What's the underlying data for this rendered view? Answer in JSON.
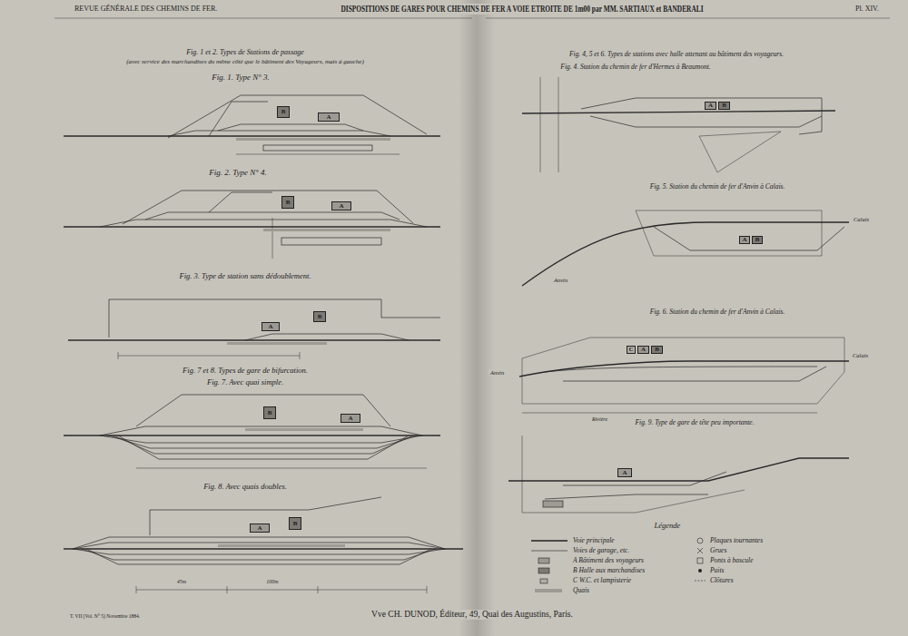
{
  "diagram": {
    "title": "DISPOSITIONS DE GARES POUR CHEMINS DE FER A VOIE ETROITE DE 1m00 par MM. SARTIAUX et BANDERALI",
    "nodes": [
      {
        "text": [
          "B"
        ]
      },
      {
        "text": [
          "A"
        ]
      },
      {
        "text": [
          "B"
        ]
      },
      {
        "text": [
          "A"
        ]
      },
      {
        "text": [
          "A"
        ]
      },
      {
        "text": [
          "B"
        ]
      },
      {
        "text": [
          "B"
        ]
      },
      {
        "text": [
          "A"
        ]
      },
      {
        "text": [
          "A"
        ]
      },
      {
        "text": [
          "B"
        ]
      },
      {
        "text": [
          "A"
        ]
      },
      {
        "text": [
          "B"
        ]
      },
      {
        "text": [
          "A"
        ]
      },
      {
        "text": [
          "B"
        ]
      },
      {
        "text": [
          "C"
        ]
      },
      {
        "text": [
          "A"
        ]
      },
      {
        "text": [
          "B"
        ]
      },
      {
        "text": [
          "A"
        ]
      }
    ],
    "labels": [
      "REVUE GÉNÉRALE DES CHEMINS DE FER.",
      "Pl. XIV.",
      "Fig. 1 et 2. Types de Stations de passage",
      "(avec service des marchandises du même côté que le bâtiment des Voyageurs, mais à gauche)",
      "Fig. 1. Type N° 3.",
      "Fig. 2. Type N° 4.",
      "Fig. 3. Type de station sans dédoublement.",
      "Fig. 7 et 8. Types de gare de bifurcation.",
      "Fig. 7. Avec quai simple.",
      "Fig. 8. Avec quais doubles.",
      "Fig. 4, 5 et 6. Types de stations avec halle attenant au bâtiment des voyageurs.",
      "Fig. 4. Station du chemin de fer d'Hermes à Beaumont.",
      "Fig. 5. Station du chemin de fer d'Anvin à Calais.",
      "Fig. 6. Station du chemin de fer d'Anvin à Calais.",
      "Fig. 9. Type de gare de tête peu importante.",
      "Légende",
      "Anvin",
      "Calais",
      "Anvin",
      "Calais",
      "Vve CH. DUNOD, Éditeur, 49, Quai des Augustins, Paris.",
      "T. VII (Vol. N° 5) Novembre 1884.",
      "45m",
      "100m",
      "Rivière"
    ],
    "legend": [
      {
        "text": "Voie principale"
      },
      {
        "text": "Voies de garage, etc."
      },
      {
        "text": "A Bâtiment des voyageurs"
      },
      {
        "text": "B Halle aux marchandises"
      },
      {
        "text": "C W.C. et lampisterie"
      },
      {
        "text": "Quais"
      },
      {
        "text": "Plaques tournantes"
      },
      {
        "text": "Grues"
      },
      {
        "text": "Ponts à bascule"
      },
      {
        "text": "Puits"
      },
      {
        "text": "Clôtures"
      }
    ]
  }
}
